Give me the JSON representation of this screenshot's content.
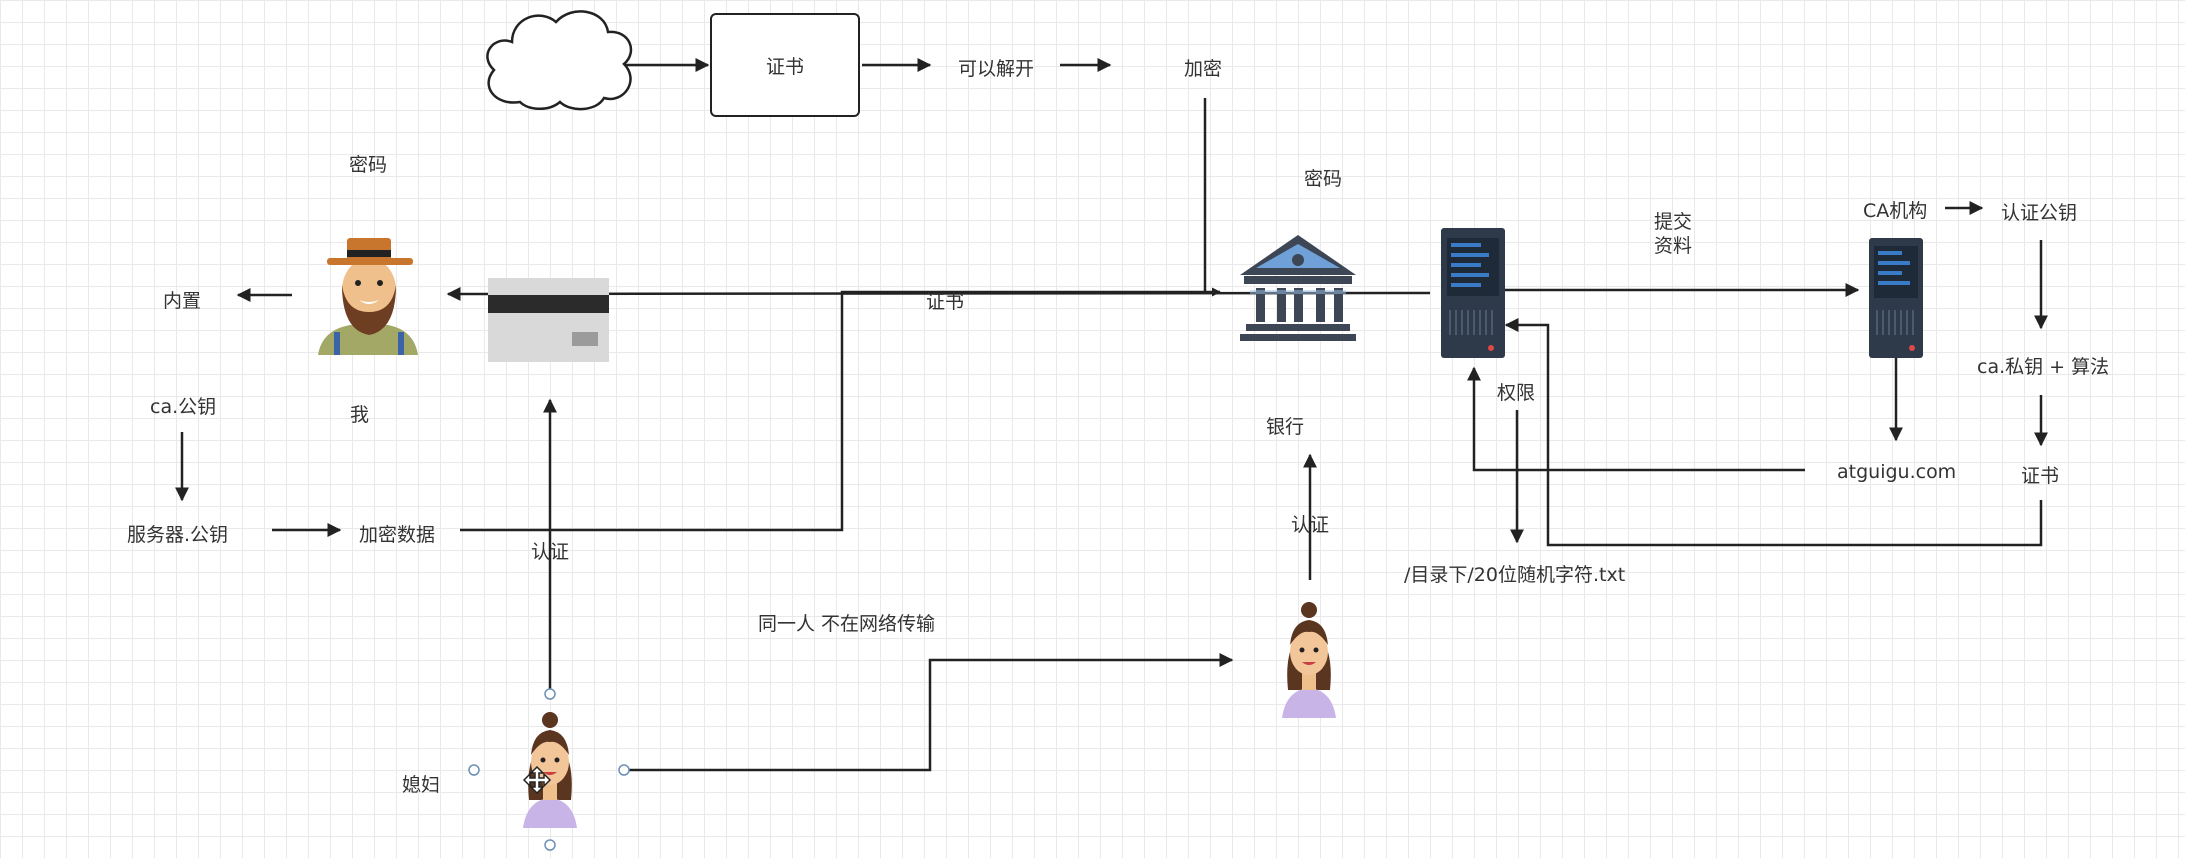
{
  "labels": {
    "cert_box": "证书",
    "can_decrypt": "可以解开",
    "encrypt_top": "加密",
    "password_left": "密码",
    "password_bank": "密码",
    "builtin": "内置",
    "me": "我",
    "ca_pubkey": "ca.公钥",
    "server_pubkey": "服务器.公钥",
    "encrypted_data": "加密数据",
    "cert_line": "证书",
    "bank": "银行",
    "auth_left": "认证",
    "auth_right": "认证",
    "same_person": "同一人 不在网络传输",
    "wife": "媳妇",
    "submit_docs": "提交\n资料",
    "permission": "权限",
    "txt_path": "/目录下/20位随机字符.txt",
    "ca_org": "CA机构",
    "auth_pubkey": "认证公钥",
    "ca_privkey": "ca.私钥 + 算法",
    "cert_right": "证书",
    "domain": "atguigu.com"
  },
  "icons": {
    "cloud": "cloud-icon",
    "man": "man-avatar-icon",
    "card": "bank-card-icon",
    "bank": "bank-building-icon",
    "server_main": "server-icon",
    "server_ca": "server-icon",
    "woman_left": "woman-avatar-icon",
    "woman_right": "woman-avatar-icon"
  },
  "colors": {
    "line": "#222222",
    "server_dark": "#2e3a4a",
    "server_blue": "#3a7bc8",
    "bank_gray": "#3c4654",
    "bank_accent": "#6fa0d8"
  }
}
